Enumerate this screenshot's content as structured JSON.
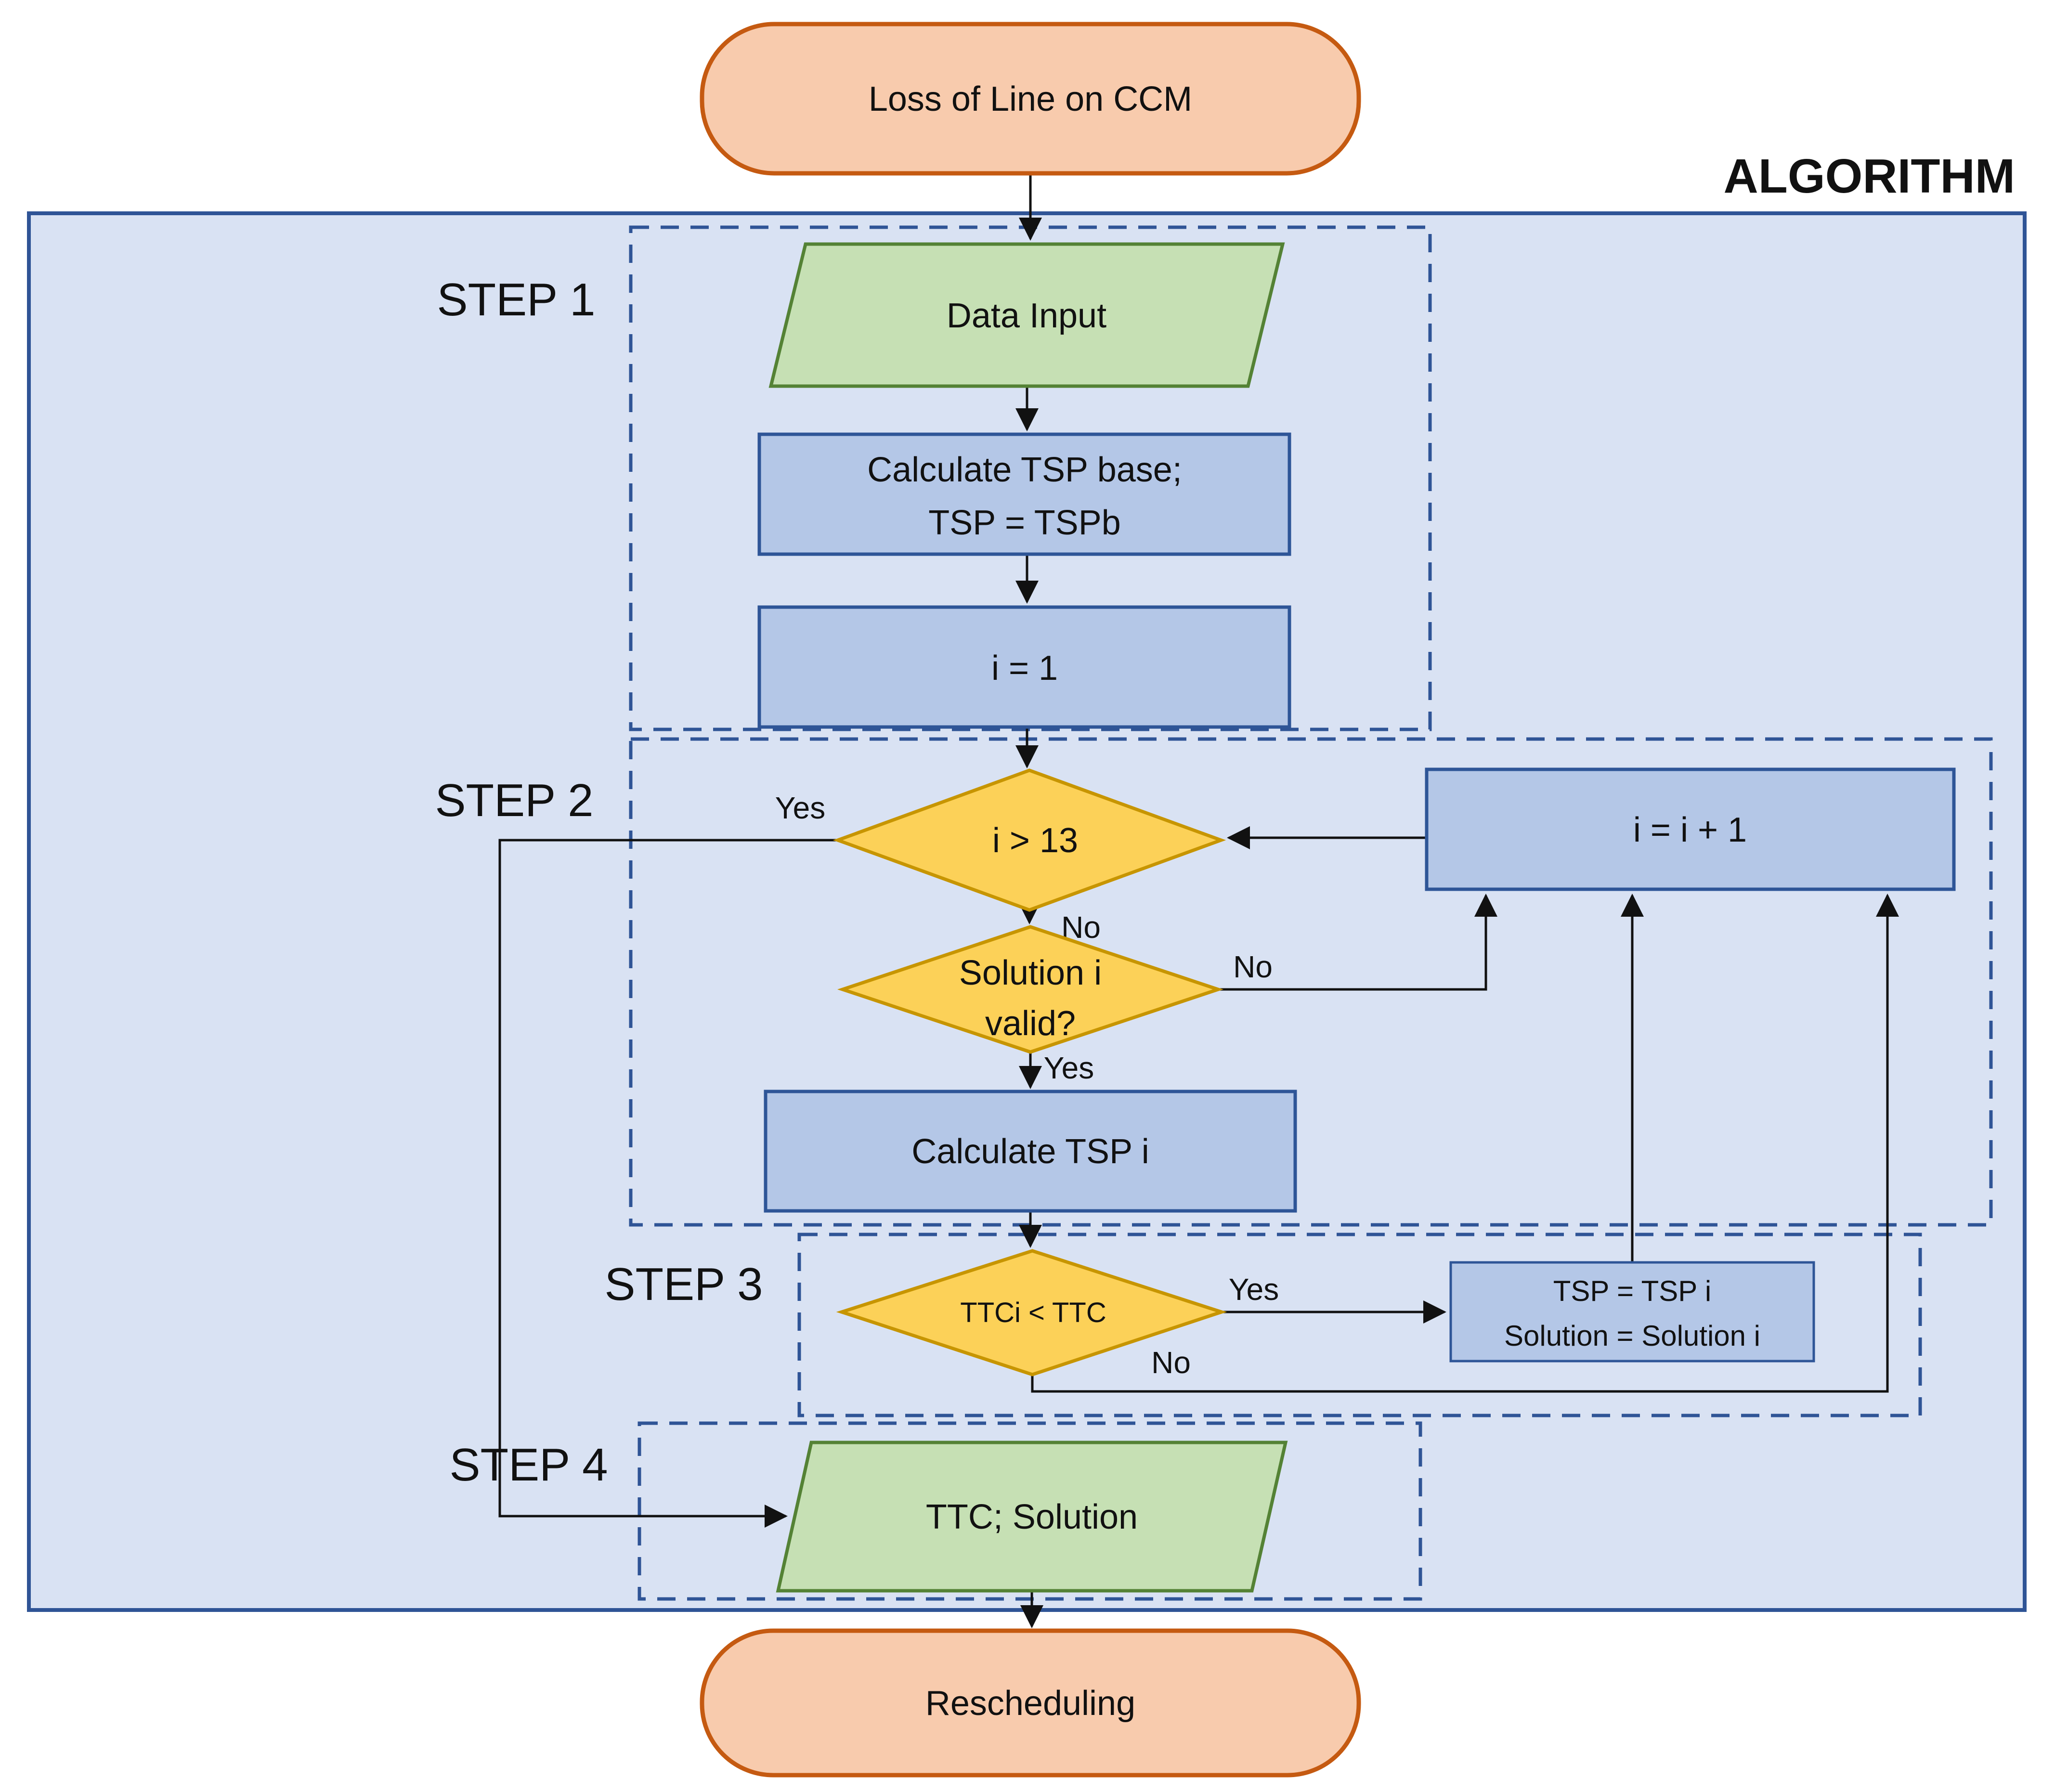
{
  "diagram": {
    "title": "ALGORITHM",
    "colors": {
      "container_fill": "#D9E2F3",
      "frame_stroke": "#2F5496",
      "process_fill": "#B4C7E7",
      "process_stroke": "#2E5597",
      "decision_fill": "#FCD158",
      "decision_stroke": "#C79500",
      "io_fill": "#C6E0B4",
      "io_stroke": "#548235",
      "terminator_fill": "#F8CBAD",
      "terminator_stroke": "#C55A11",
      "line_color": "#111111"
    },
    "steps": [
      {
        "label": "STEP 1"
      },
      {
        "label": "STEP 2"
      },
      {
        "label": "STEP 3"
      },
      {
        "label": "STEP 4"
      }
    ],
    "nodes": {
      "start": {
        "type": "terminator",
        "label": "Loss of Line on CCM"
      },
      "data_input": {
        "type": "io",
        "label": "Data Input"
      },
      "calc_tsp_base": {
        "type": "process",
        "line1": "Calculate TSP base;",
        "line2": "TSP = TSPb"
      },
      "init": {
        "type": "process",
        "label": "i = 1"
      },
      "check_iterations": {
        "type": "decision",
        "label": "i > 13"
      },
      "check_solution": {
        "type": "decision",
        "line1": "Solution i",
        "line2": "valid?"
      },
      "calc_tsp_i": {
        "type": "process",
        "label": "Calculate TSP i"
      },
      "increment": {
        "type": "process",
        "label": "i = i + 1"
      },
      "check_ttc": {
        "type": "decision",
        "label": "TTCi < TTC"
      },
      "update_solution": {
        "type": "process",
        "line1": "TSP = TSP i",
        "line2": "Solution = Solution i"
      },
      "output": {
        "type": "io",
        "label": "TTC; Solution"
      },
      "end": {
        "type": "terminator",
        "label": "Rescheduling"
      }
    },
    "edge_labels": {
      "d1_yes": "Yes",
      "d1_no": "No",
      "d2_no": "No",
      "d2_yes": "Yes",
      "d3_yes": "Yes",
      "d3_no": "No"
    }
  }
}
